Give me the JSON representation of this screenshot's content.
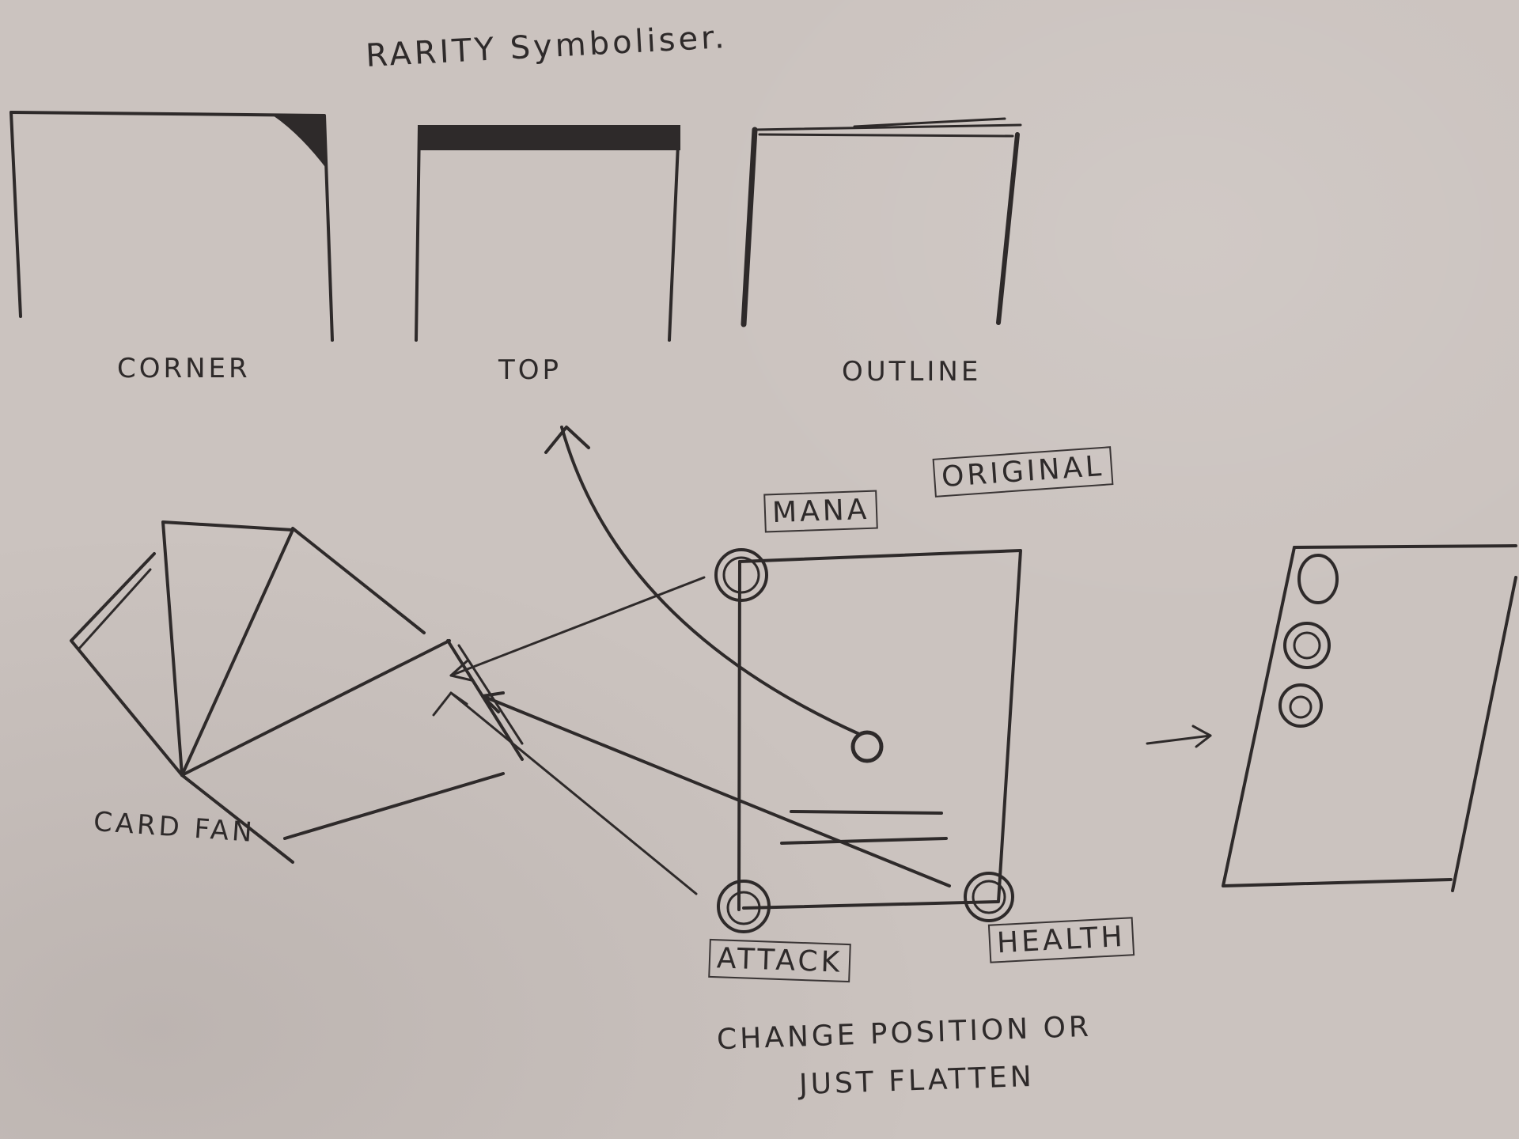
{
  "title": "RARITY Symboliser.",
  "rarity_labels": {
    "corner": "CORNER",
    "top": "TOP",
    "outline": "OUTLINE"
  },
  "card_fan_label": "CARD FAN",
  "card_labels": {
    "mana": "MANA",
    "original": "ORIGINAL",
    "attack": "ATTACK",
    "health": "HEALTH"
  },
  "note": {
    "line1": "CHANGE POSITION OR",
    "line2": "JUST FLATTEN"
  },
  "colors": {
    "paper": "#cbc3bf",
    "ink": "#2e2a2a"
  }
}
